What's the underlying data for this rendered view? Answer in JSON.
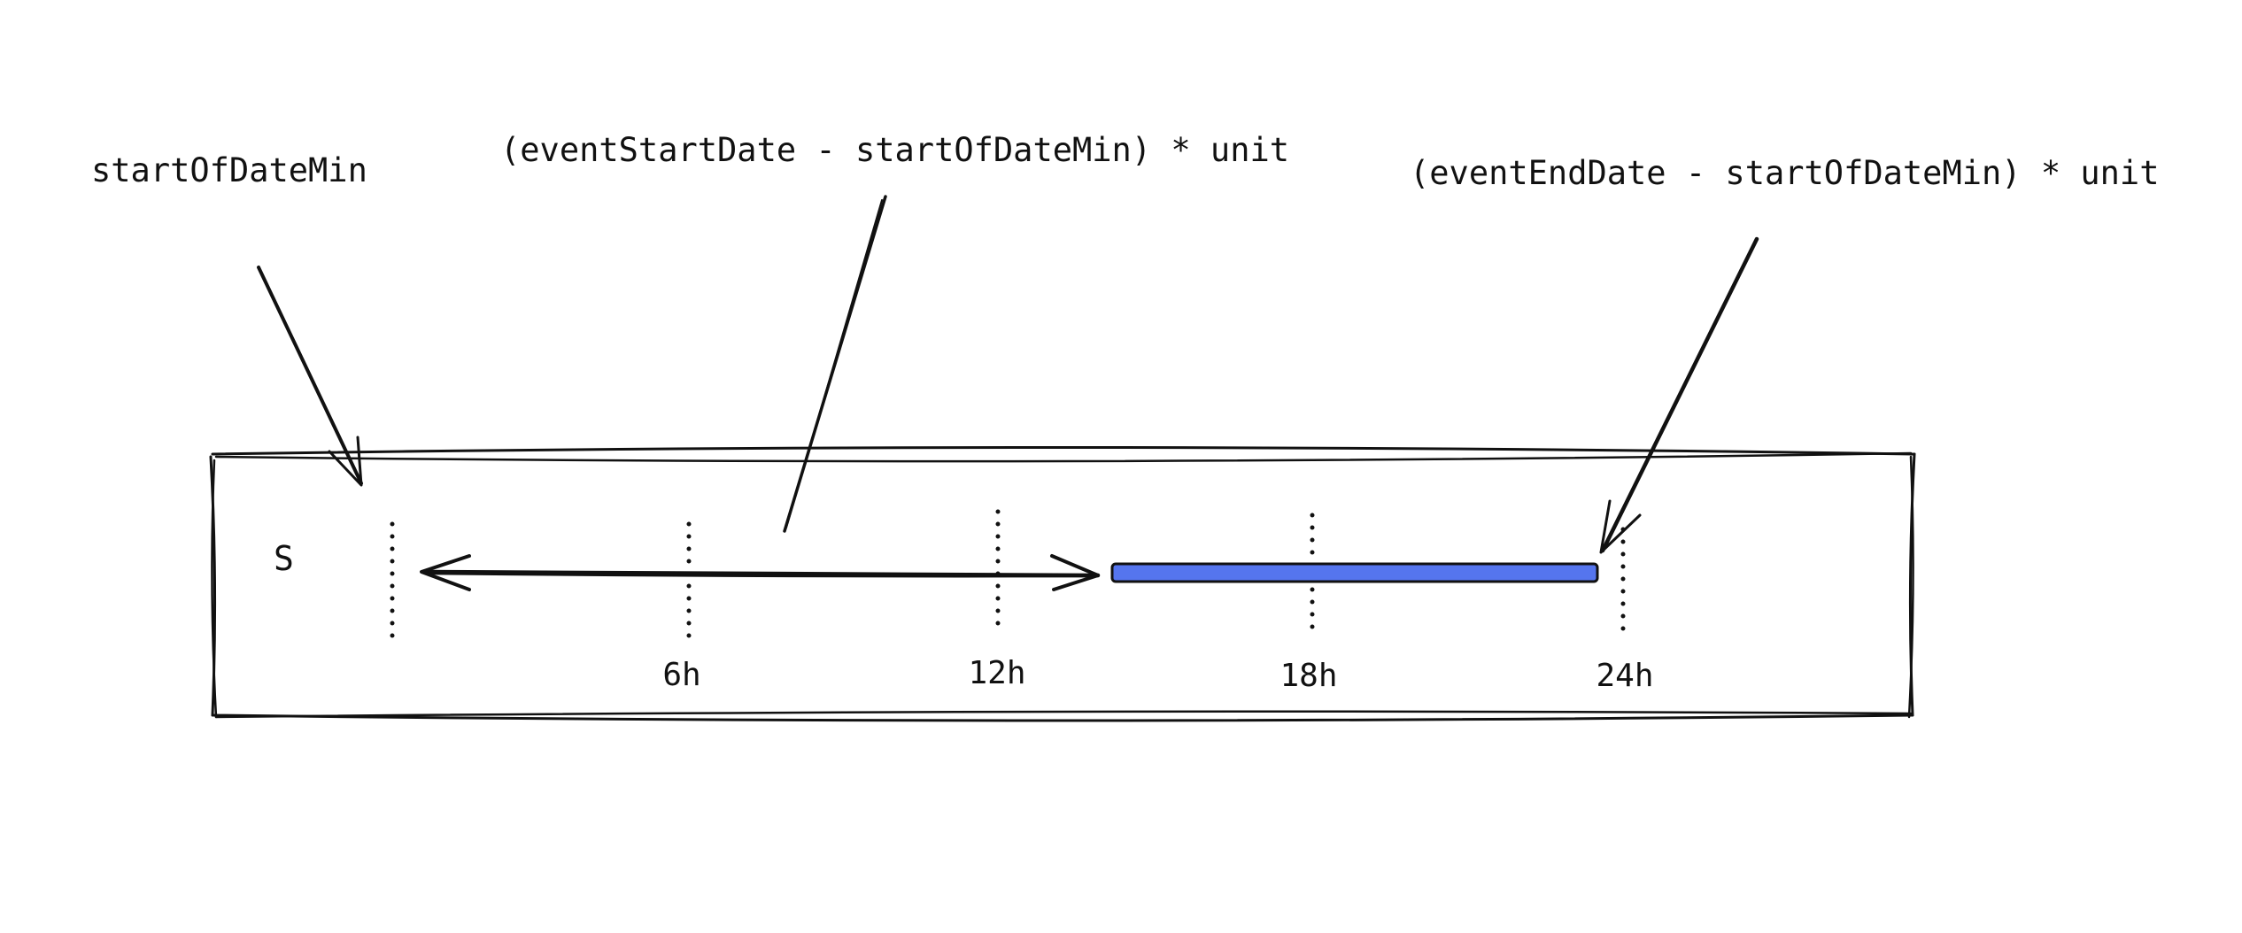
{
  "annotations": {
    "start_of_date": "startOfDateMin",
    "event_start_offset": "(eventStartDate - startOfDateMin) * unit",
    "event_end_offset": "(eventEndDate - startOfDateMin) * unit"
  },
  "timeline": {
    "row_label": "S",
    "ticks": [
      "6h",
      "12h",
      "18h",
      "24h"
    ]
  },
  "colors": {
    "event_bar_fill": "#5575ee",
    "ink": "#111111"
  }
}
